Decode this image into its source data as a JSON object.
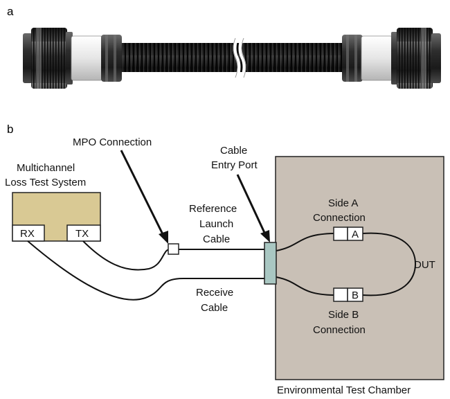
{
  "panels": {
    "a": "a",
    "b": "b"
  },
  "labels": {
    "mpo_connection": "MPO Connection",
    "loss_test_line1": "Multichannel",
    "loss_test_line2": "Loss Test System",
    "rx": "RX",
    "tx": "TX",
    "cable_entry_line1": "Cable",
    "cable_entry_line2": "Entry Port",
    "ref_launch_line1": "Reference",
    "ref_launch_line2": "Launch",
    "ref_launch_line3": "Cable",
    "receive_line1": "Receive",
    "receive_line2": "Cable",
    "side_a_line1": "Side A",
    "side_a_line2": "Connection",
    "side_b_line1": "Side B",
    "side_b_line2": "Connection",
    "port_a": "A",
    "port_b": "B",
    "dut": "DUT",
    "chamber": "Environmental Test Chamber"
  },
  "colors": {
    "chamber_fill": "#c9c0b6",
    "test_system_fill": "#d9c994",
    "entry_port_fill": "#a9c7c2",
    "cable_jacket": "#151515",
    "connector_sleeve": "#ededed",
    "connector_body": "#3a3a3a"
  }
}
